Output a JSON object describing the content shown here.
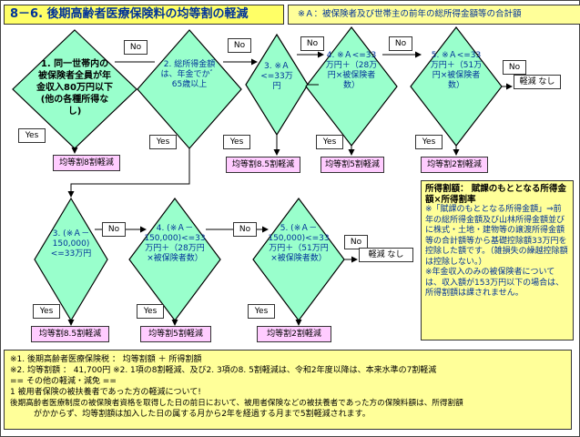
{
  "title": "8－6. 後期高齢者医療保険料の均等割の軽減",
  "note_top": "※Ａ：被保険者及び世帯主の前年の総所得金額等の合計額",
  "row1": {
    "d1": "1. 同一世帯内の被保険者全員が年金収入80万円以下(他の各種所得なし)",
    "d2": "2. 総所得金額は、年金でか゛65歳以上",
    "d3": "3. ※Ａ<=33万円",
    "d4": "4. ※Ａ<=33万円＋（28万円×被保険者数）",
    "d5": "5. ※Ａ<=33万円＋（51万円×被保険者数）",
    "no": "No",
    "yes": "Yes",
    "none": "軽減 なし",
    "r1": "均等割8割軽減",
    "r3": "均等割8.5割軽減",
    "r4": "均等割5割軽減",
    "r5": "均等割2割軽減"
  },
  "row2": {
    "d3": "3. (※Ａ－150,000)<=33万円",
    "d4": "4. (※Ａ－150,000)<=33万円＋（28万円×被保険者数）",
    "d5": "5. (※Ａ－150,000)<=33万円＋（51万円×被保険者数）",
    "no": "No",
    "yes": "Yes",
    "none": "軽減 なし",
    "r3": "均等割8.5割軽減",
    "r4": "均等割5割軽減",
    "r5": "均等割2割軽減"
  },
  "side": {
    "heading": "所得割額： 賦課のもととなる所得金額×所得割率",
    "p1": "※「賦課のもととなる所得金額」⇒前年の総所得金額及び山林所得金額並びに株式・土地・建物等の譲渡所得金額等の合計額等から基礎控除額33万円を控除した額です。（雑損失の繰越控除額は控除しない。）",
    "p2": "※年金収入のみの被保険者については、収入額が153万円以下の場合は、所得割額は課されません。"
  },
  "footer": {
    "l1": "※1. 後期高齢者医療保険税 ： 均等割額 ＋ 所得割額",
    "l2": "※2. 均等割額 ： 41,700円 ※2. 1項の8割軽減、及び2. 3項の8. 5割軽減は、令和2年度以降は、本来水準の7割軽減",
    "l3": "== その他の軽減・減免 ==",
    "l4": "1 被用者保険の被扶養者であった方の軽減について!",
    "l5": "後期高齢者医療制度の被保険者資格を取得した日の前日において、被用者保険などの被扶養者であった方の保険料額は、所得割額",
    "l6": "がかからず、均等割額は加入した日の属する月から2年を経過する月まで5割軽減されます。"
  }
}
